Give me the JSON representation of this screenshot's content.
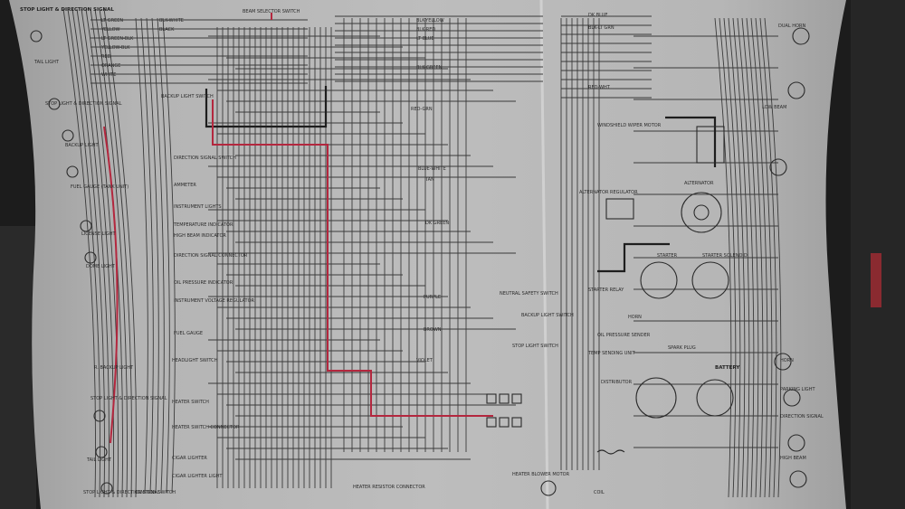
{
  "labels": {
    "left_top": "STOP LIGHT & DIRECTION SIGNAL",
    "tail_light": "TAIL LIGHT",
    "stop_light_dir": "STOP LIGHT & DIRECTION SIGNAL",
    "backup_light": "BACKUP LIGHT",
    "fuel_gauge_tank": "FUEL GAUGE (TANK UNIT)",
    "license_light": "LICENSE LIGHT",
    "dome_light": "DOME LIGHT",
    "backup_light_2": "R. BACKUP LIGHT",
    "stop_light_dir_2": "STOP LIGHT & DIRECTION SIGNAL",
    "tail_light_2": "TAIL LIGHT",
    "stop_light_dir_3": "STOP LIGHT & DIRECTION SIGNAL",
    "beam_selector": "BEAM SELECTOR SWITCH",
    "backup_light_switch": "BACKUP LIGHT SWITCH",
    "dir_signal_switch": "DIRECTION SIGNAL SWITCH",
    "ammeter": "AMMETER",
    "instrument_lights": "INSTRUMENT LIGHTS",
    "temperature_indicator": "TEMPERATURE INDICATOR",
    "high_beam_indicator": "HIGH BEAM INDICATOR",
    "direction_signal_connector": "DIRECTION SIGNAL CONNECTOR",
    "oil_pressure_indicator": "OIL PRESSURE INDICATOR",
    "instrument_voltage_regulator": "INSTRUMENT VOLTAGE REGULATOR",
    "fuel_gauge": "FUEL GAUGE",
    "headlight_switch": "HEADLIGHT SWITCH",
    "heater_switch": "HEATER SWITCH",
    "heater_switch_connector": "HEATER SWITCH CONNECTOR",
    "cigar_lighter": "CIGAR LIGHTER",
    "cigar_lighter_light": "CIGAR LIGHTER LIGHT",
    "ignition_switch": "IGNITION SWITCH",
    "heater_resistor_connector": "HEATER RESISTOR CONNECTOR",
    "neutral_safety_switch": "NEUTRAL SAFETY SWITCH",
    "backup_light_switch_2": "BACKUP LIGHT SWITCH",
    "stop_light_switch": "STOP LIGHT SWITCH",
    "heater_blower_motor": "HEATER BLOWER MOTOR",
    "windshield_wiper_motor": "WINDSHIELD WIPER MOTOR",
    "alternator_regulator": "ALTERNATOR REGULATOR",
    "alternator": "ALTERNATOR",
    "starter_relay": "STARTER RELAY",
    "starter": "STARTER",
    "starter_solenoid": "STARTER SOLENOID",
    "horn": "HORN",
    "temp_sending_unit": "TEMP SENDING UNIT",
    "oil_pressure_sender": "OIL PRESSURE SENDER",
    "distributor": "DISTRIBUTOR",
    "spark_plug": "SPARK PLUG",
    "coil": "COIL",
    "battery": "BATTERY",
    "horn_r": "HORN",
    "parking_light": "PARKING LIGHT",
    "direction_signal_r": "DIRECTION SIGNAL",
    "high_beam": "HIGH BEAM",
    "low_beam": "LOW BEAM",
    "dual_horn": "DUAL HORN"
  },
  "wire_labels": {
    "lt_green": "LT GREEN",
    "yellow": "YELLOW",
    "lt_green_blk": "LT GREEN-BLK",
    "yellow_blk": "YELLOW-BLK",
    "red": "RED",
    "orange": "ORANGE",
    "white": "WHITE",
    "blk_white": "BLK-WHITE",
    "black": "BLACK",
    "blk_yellow": "BLK-YELLOW",
    "blk_red": "BLK-RED",
    "lt_blue": "LT BLUE",
    "blk_green": "BLK-GREEN",
    "tan": "TAN",
    "dk_green": "DK GREEN",
    "blue_white": "BLUE-WHITE",
    "red_grn": "RED-GRN",
    "purple": "PURPLE",
    "brown": "BROWN",
    "violet": "VIOLET",
    "dk_blue": "DK BLUE",
    "blk_lt_grn": "BLK-LT GRN",
    "red_wht": "RED-WHT"
  },
  "colors": {
    "paper": "#b9b9b9",
    "wire": "#3a3a3a",
    "heavy_wire": "#1e1e1e",
    "red_wire": "#b3273e",
    "background": "#1a1a1a"
  }
}
